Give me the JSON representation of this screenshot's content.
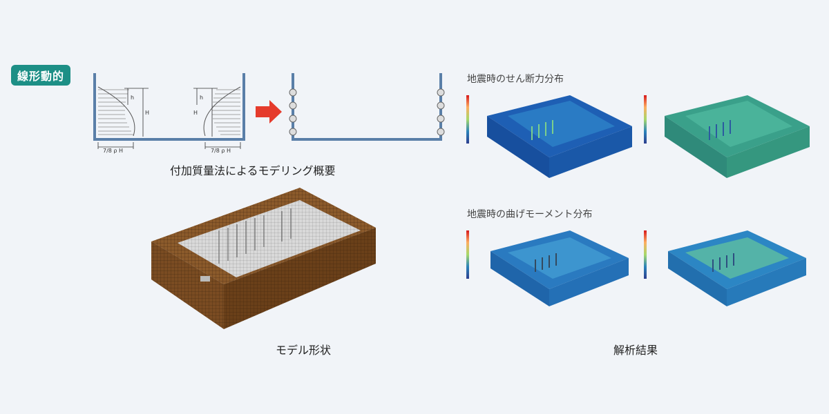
{
  "badge": "線形動的",
  "diagram": {
    "h_label": "h",
    "H_label": "H",
    "mass_label": "7/8 ρ H"
  },
  "captions": {
    "modeling": "付加質量法によるモデリング概要",
    "model_shape": "モデル形状",
    "results": "解析結果"
  },
  "results": {
    "shear_title": "地震時のせん断力分布",
    "moment_title": "地震時の曲げモーメント分布"
  },
  "colors": {
    "accent": "#1d8f86",
    "wall": "#5a7fa8",
    "arrow": "#e53b2c",
    "model_wall": "#8b5a2b"
  }
}
